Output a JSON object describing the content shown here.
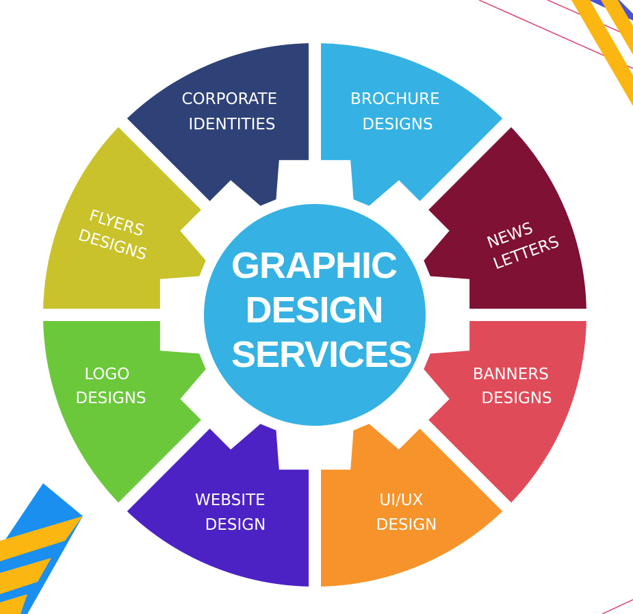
{
  "title": [
    "GRAPHIC",
    "DESIGN",
    "SERVICES"
  ],
  "colors": {
    "center": "#35b2e3"
  },
  "segments": [
    {
      "id": "corporate",
      "lines": [
        "CORPORATE",
        "IDENTITIES"
      ],
      "color": "#2f4277"
    },
    {
      "id": "brochure",
      "lines": [
        "BROCHURE",
        "DESIGNS"
      ],
      "color": "#35b2e3"
    },
    {
      "id": "newsletters",
      "lines": [
        "NEWS",
        "LETTERS"
      ],
      "color": "#7e1134"
    },
    {
      "id": "banners",
      "lines": [
        "BANNERS",
        "DESIGNS"
      ],
      "color": "#e04b5a"
    },
    {
      "id": "uiux",
      "lines": [
        "UI/UX",
        "DESIGN"
      ],
      "color": "#f7932b"
    },
    {
      "id": "website",
      "lines": [
        "WEBSITE",
        "DESIGN"
      ],
      "color": "#4c22c4"
    },
    {
      "id": "logo",
      "lines": [
        "LOGO",
        "DESIGNS"
      ],
      "color": "#6bc83a"
    },
    {
      "id": "flyers",
      "lines": [
        "FLYERS",
        "DESIGNS"
      ],
      "color": "#c9c22a"
    }
  ]
}
